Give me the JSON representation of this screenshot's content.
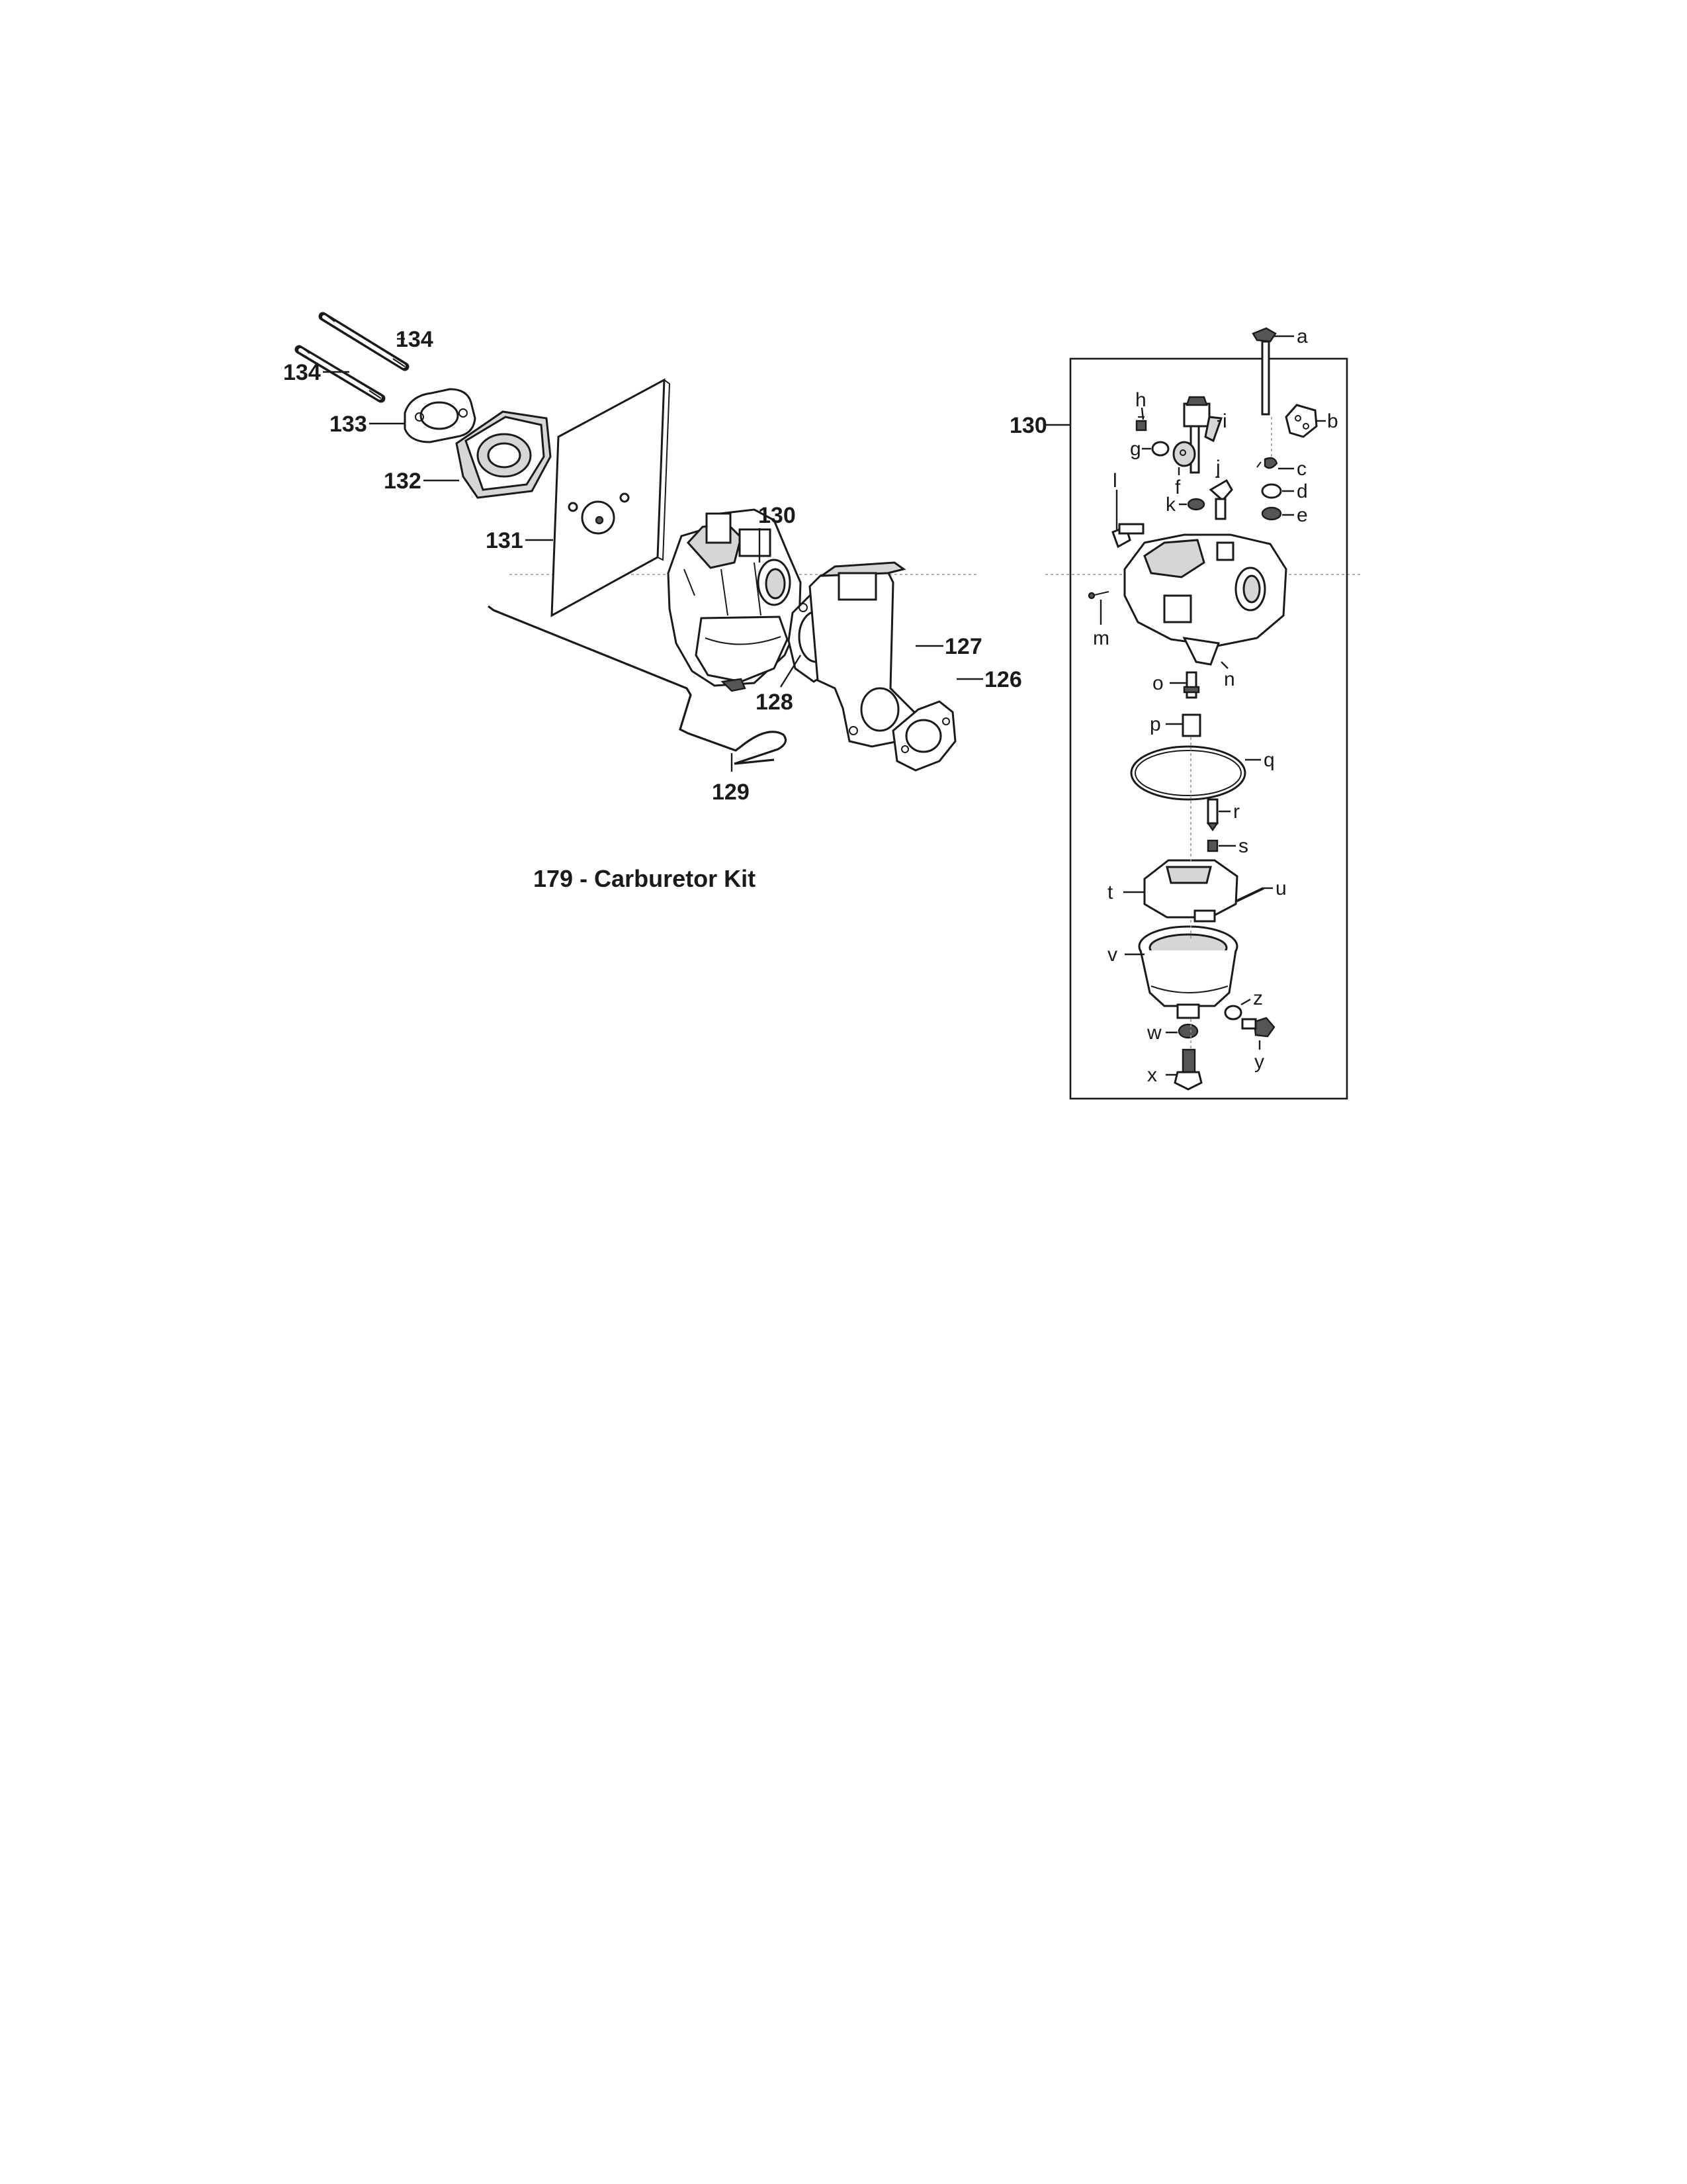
{
  "diagram": {
    "caption": "179 - Carburetor Kit",
    "main_callouts": {
      "p134a": "134",
      "p134b": "134",
      "p133": "133",
      "p132": "132",
      "p131": "131",
      "p130": "130",
      "p129": "129",
      "p128": "128",
      "p127": "127",
      "p126": "126"
    },
    "detail_title": "130",
    "detail_callouts": {
      "a": "a",
      "b": "b",
      "c": "c",
      "d": "d",
      "e": "e",
      "f": "f",
      "g": "g",
      "h": "h",
      "i": "i",
      "j": "j",
      "k": "k",
      "l": "l",
      "m": "m",
      "n": "n",
      "o": "o",
      "p": "p",
      "q": "q",
      "r": "r",
      "s": "s",
      "t": "t",
      "u": "u",
      "v": "v",
      "w": "w",
      "x": "x",
      "y": "y",
      "z": "z"
    }
  }
}
